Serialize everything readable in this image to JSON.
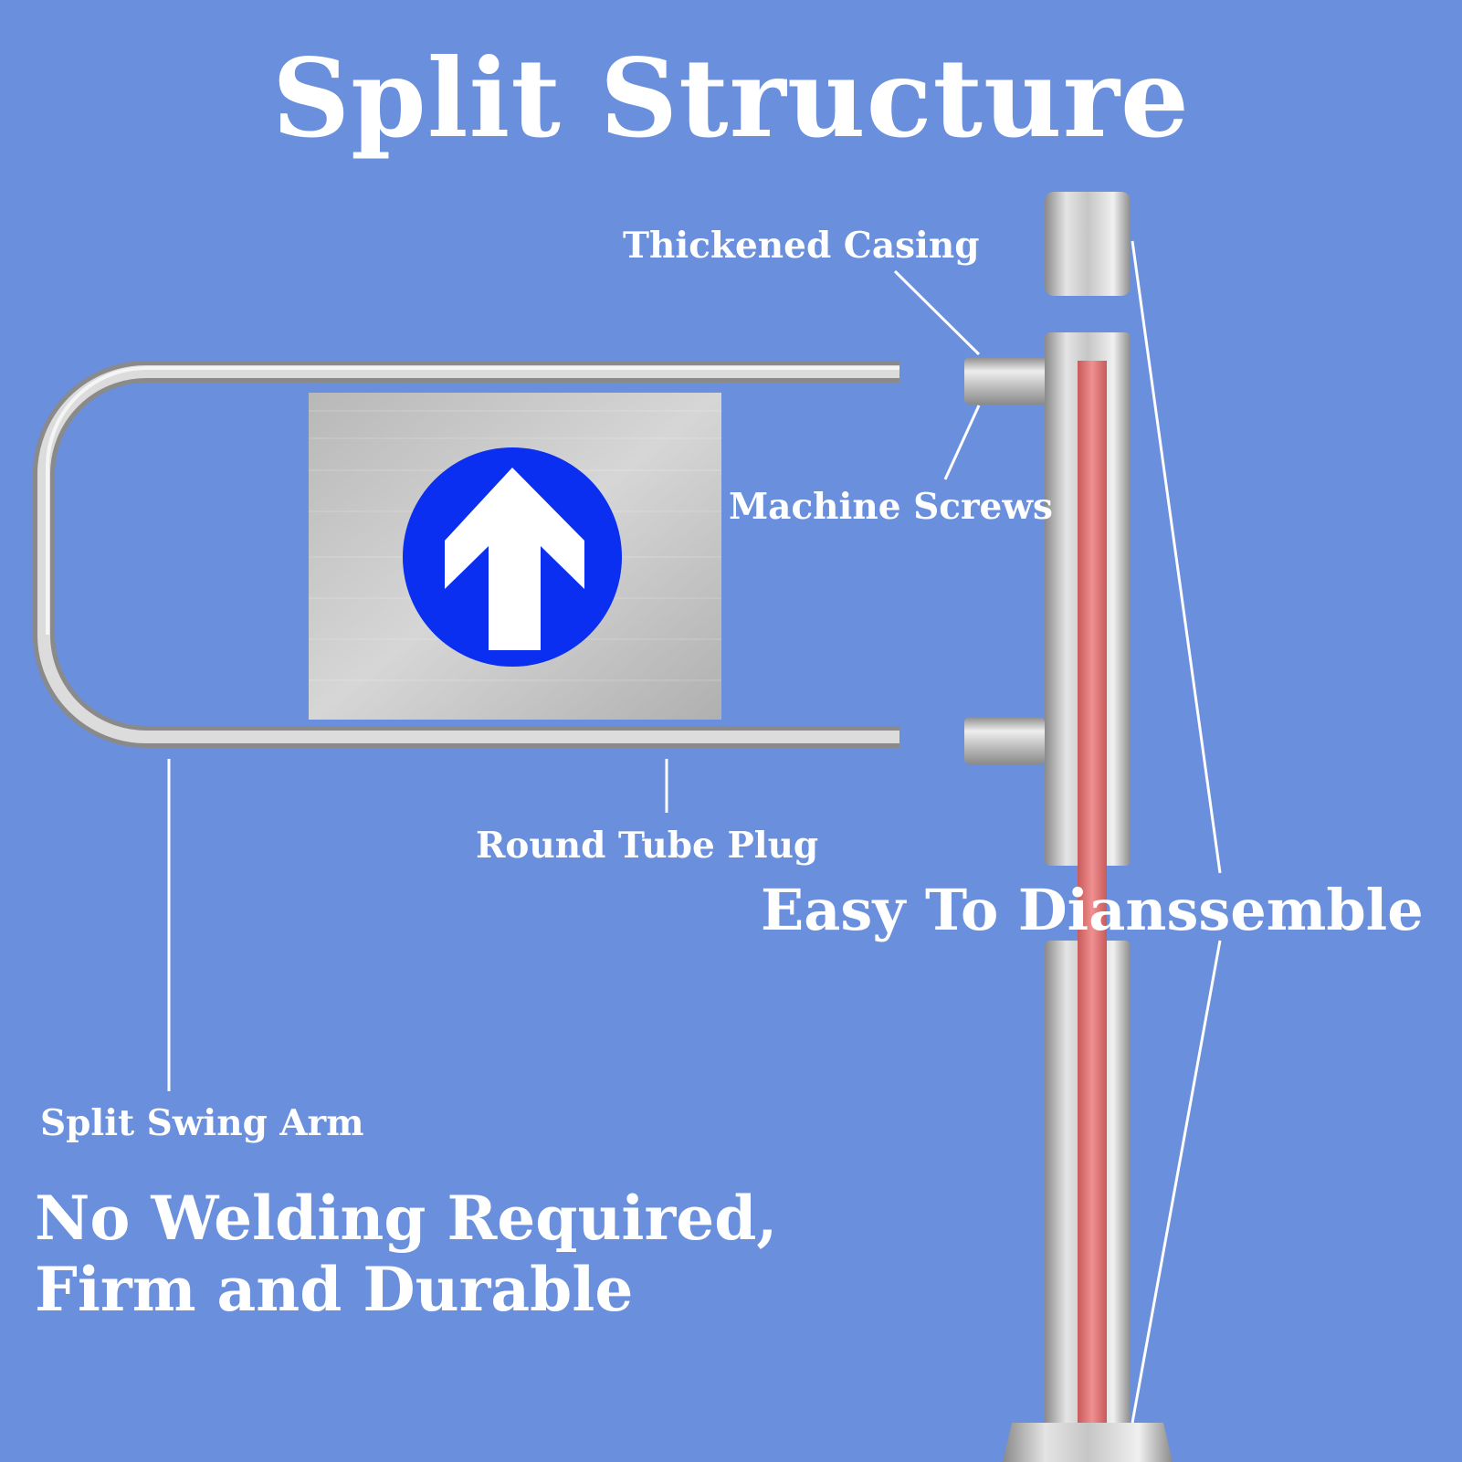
{
  "title": "Split Structure",
  "labels": {
    "thickened_casing": "Thickened Casing",
    "machine_screws": "Machine Screws",
    "round_tube_plug": "Round Tube Plug",
    "split_swing_arm": "Split Swing Arm",
    "easy_disassemble": "Easy To Dianssemble",
    "no_welding_line1": "No Welding Required,",
    "no_welding_line2": "Firm and Durable"
  },
  "colors": {
    "background": "#6a8fdc",
    "sign_circle": "#0a2ff0",
    "steel": "#c8c8c8",
    "red_stripe": "#d96a6a",
    "text": "#ffffff"
  },
  "icons": {
    "sign": "up-arrow-icon"
  }
}
